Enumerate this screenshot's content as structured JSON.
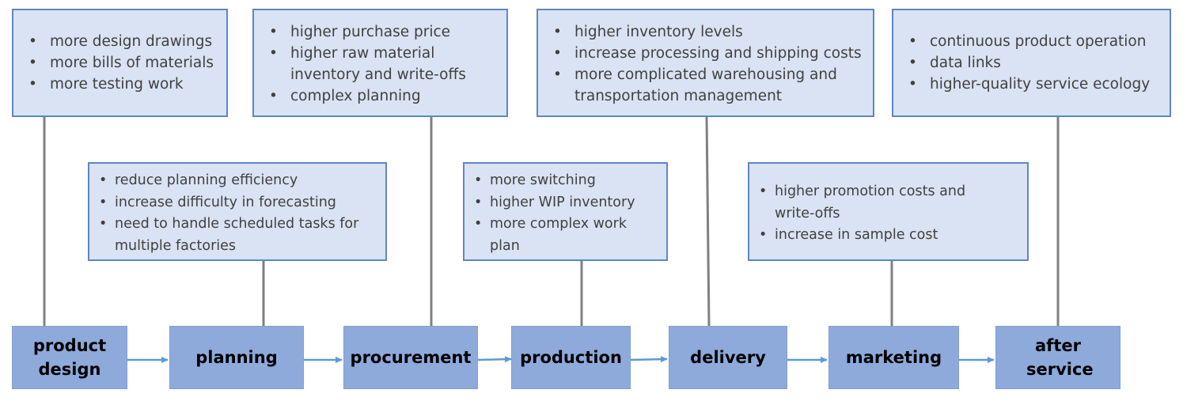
{
  "notes": [
    {
      "id": "product-design",
      "items": [
        "more design drawings",
        "more bills of materials",
        "more testing work"
      ]
    },
    {
      "id": "procurement",
      "items": [
        "higher purchase price",
        "higher raw material inventory and write-offs",
        "complex planning"
      ]
    },
    {
      "id": "delivery",
      "items": [
        "higher inventory levels",
        "increase processing and shipping costs",
        "more complicated warehousing and transportation management"
      ]
    },
    {
      "id": "after-service",
      "items": [
        "continuous product operation",
        "data links",
        "higher-quality service ecology"
      ]
    },
    {
      "id": "planning",
      "items": [
        "reduce planning efficiency",
        "increase difficulty in forecasting",
        "need to handle scheduled tasks for multiple factories"
      ]
    },
    {
      "id": "production",
      "items": [
        "more switching",
        "higher WIP inventory",
        "more complex work plan"
      ]
    },
    {
      "id": "marketing",
      "items": [
        "higher promotion costs and write-offs",
        "increase in sample cost"
      ]
    }
  ],
  "stages": [
    {
      "id": "product-design",
      "label": "product design"
    },
    {
      "id": "planning",
      "label": "planning"
    },
    {
      "id": "procurement",
      "label": "procurement"
    },
    {
      "id": "production",
      "label": "production"
    },
    {
      "id": "delivery",
      "label": "delivery"
    },
    {
      "id": "marketing",
      "label": "marketing"
    },
    {
      "id": "after-service",
      "label": "after service"
    }
  ],
  "colors": {
    "note_fill": "#dae3f3",
    "note_border": "#5f86c6",
    "stage_fill": "#8eaadb",
    "connector": "#808080",
    "arrow": "#5b9bd5"
  }
}
